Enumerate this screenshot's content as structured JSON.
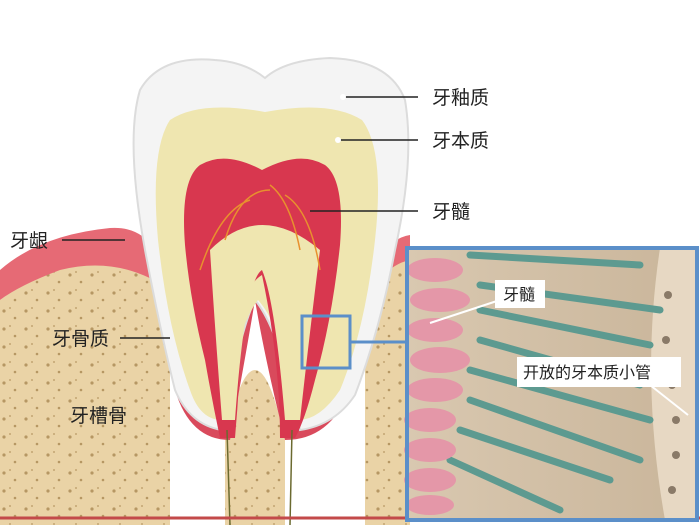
{
  "labels": {
    "enamel": "牙釉质",
    "dentin": "牙本质",
    "pulp": "牙髓",
    "gum": "牙龈",
    "cementum": "牙骨质",
    "alveolar_bone": "牙槽骨"
  },
  "inset": {
    "pulp": "牙髓",
    "open_tubules": "开放的牙本质小管"
  },
  "colors": {
    "enamel": "#f4f4f4",
    "dentin": "#efe6b0",
    "pulp": "#d8374f",
    "gum": "#e66a75",
    "bone": "#ead3a6",
    "inset_border": "#5b8fc9"
  }
}
